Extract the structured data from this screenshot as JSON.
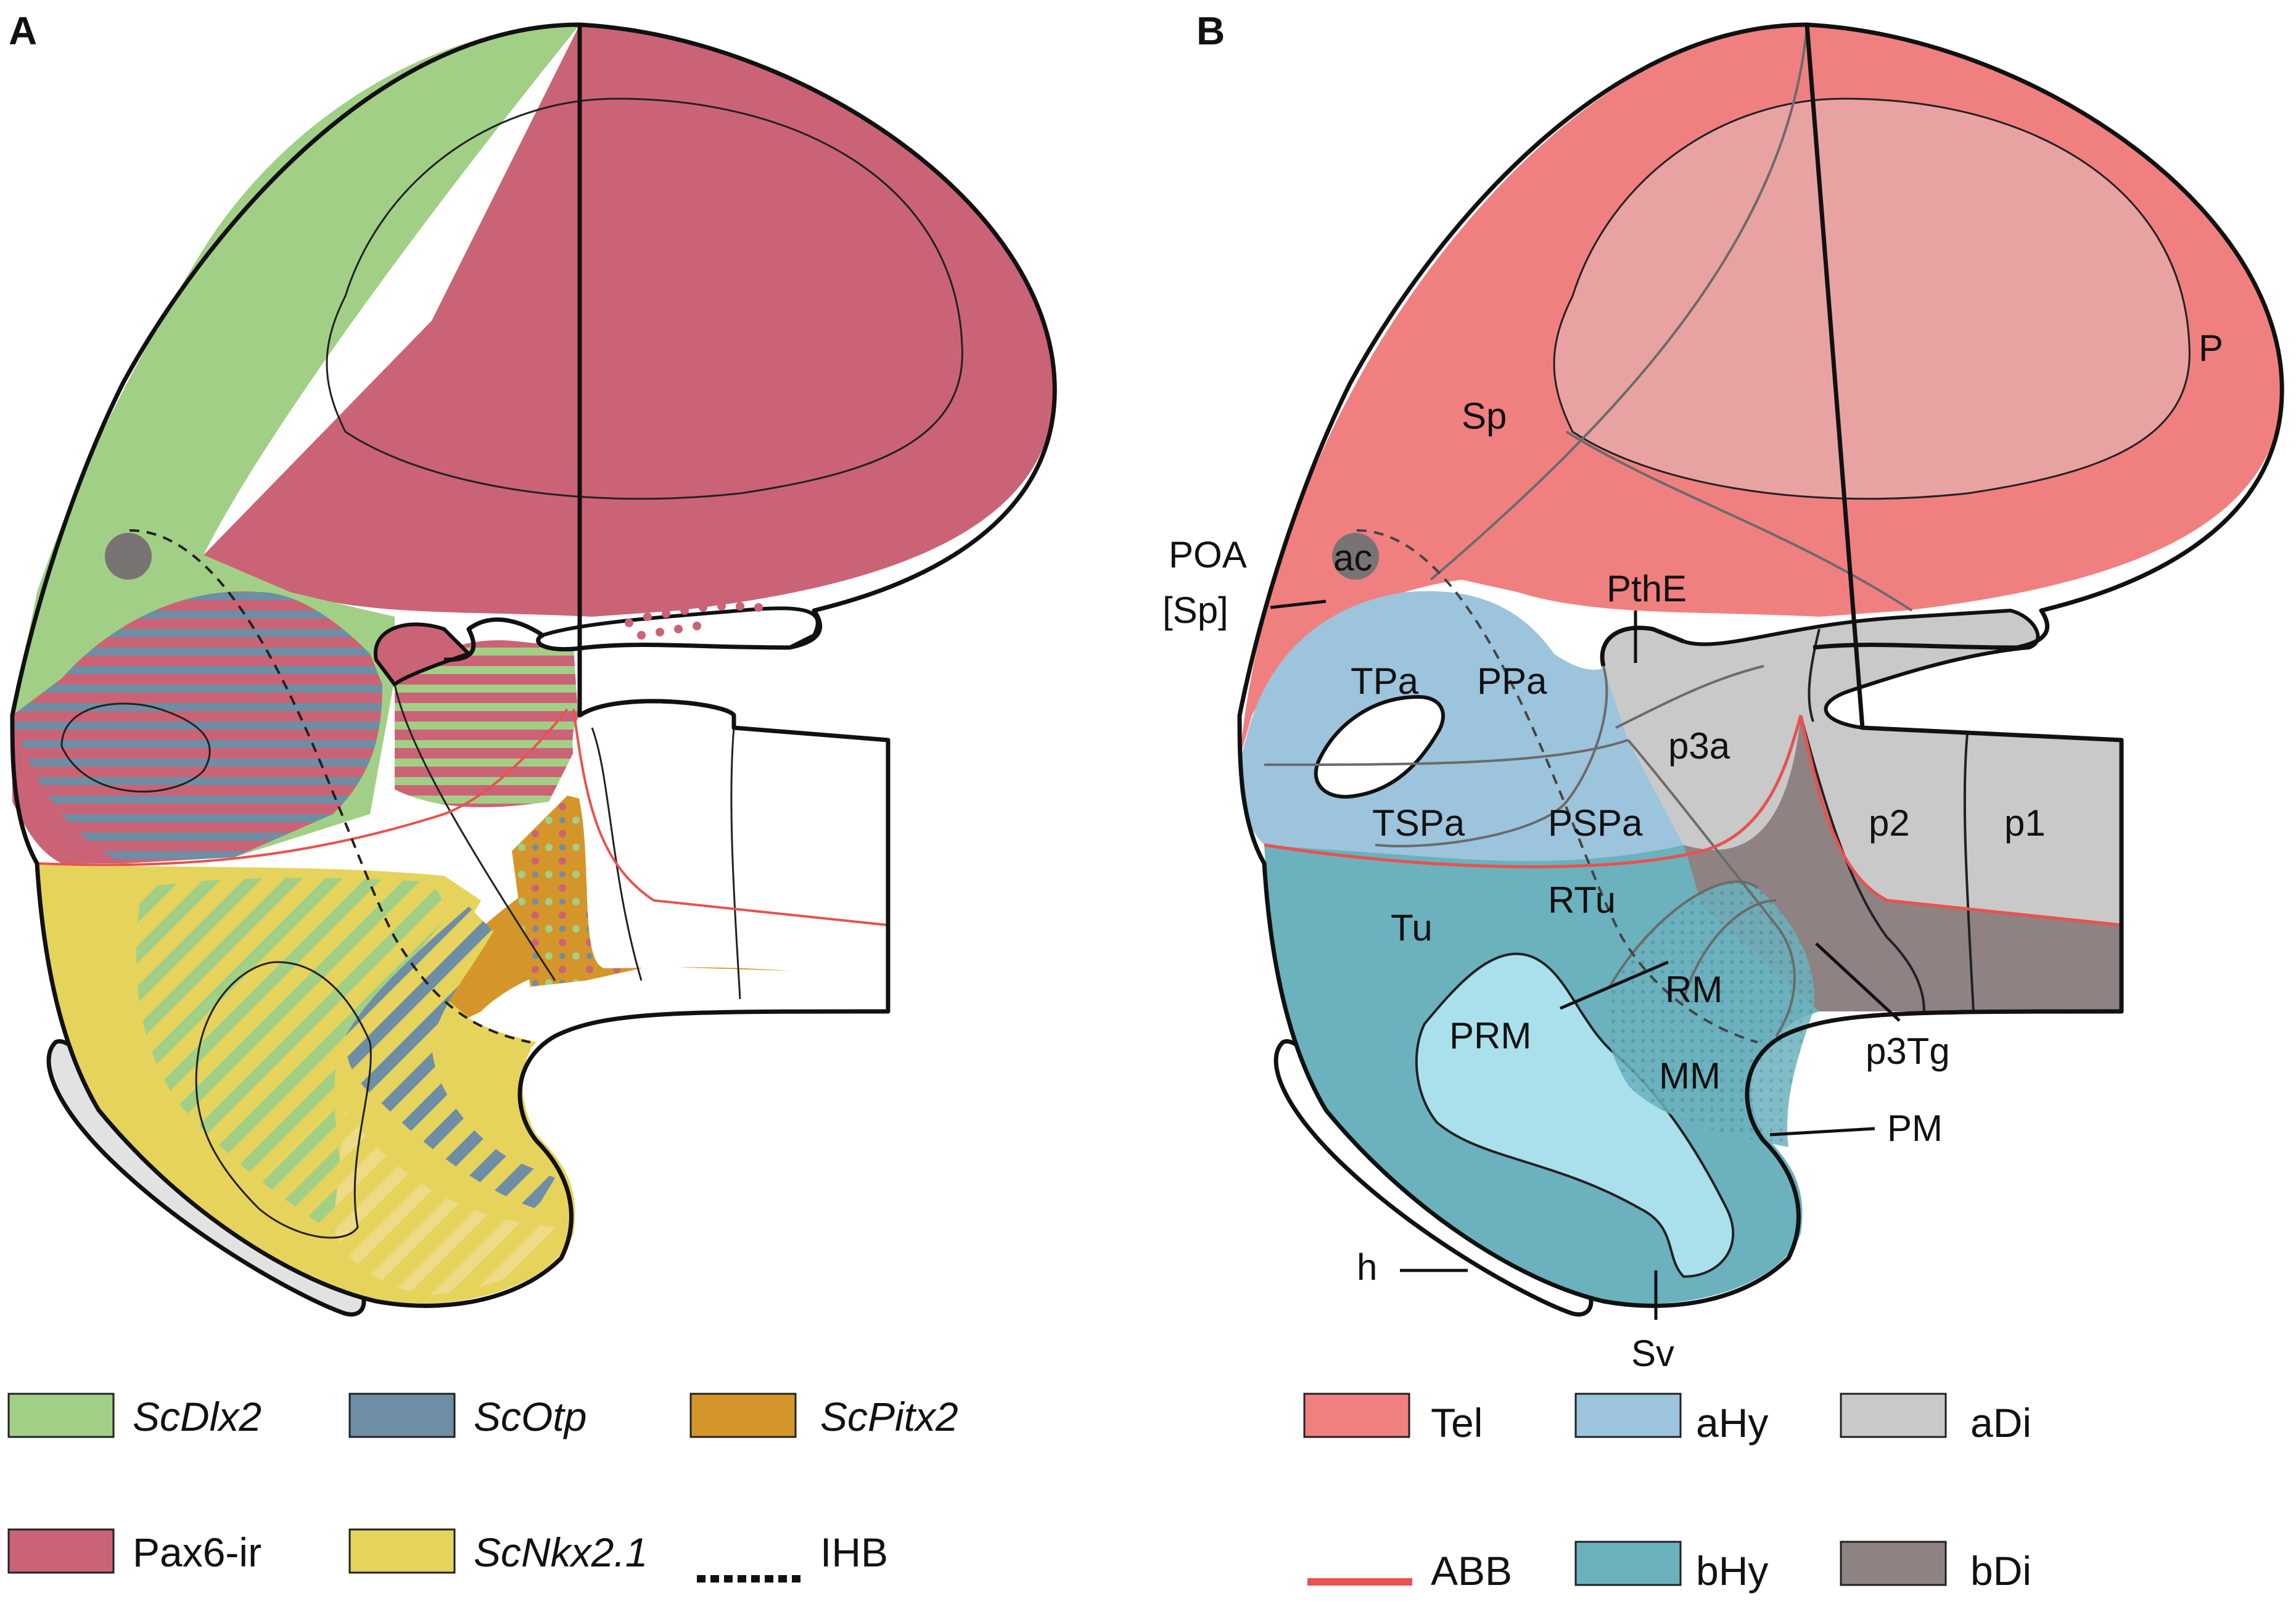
{
  "panels": {
    "a": {
      "letter": "A"
    },
    "b": {
      "letter": "B"
    }
  },
  "panel_b_labels": {
    "sp": "Sp",
    "p": "P",
    "poa": "POA",
    "sp_bracket": "[Sp]",
    "ac": "ac",
    "pthe": "PthE",
    "tpa": "TPa",
    "ppa": "PPa",
    "p3a": "p3a",
    "tspa": "TSPa",
    "pspa": "PSPa",
    "p2": "p2",
    "p1": "p1",
    "tu": "Tu",
    "rtu": "RTu",
    "rm": "RM",
    "prm": "PRM",
    "mm": "MM",
    "p3tg": "p3Tg",
    "pm": "PM",
    "h": "h",
    "sv": "Sv"
  },
  "legend_a": [
    {
      "label": "ScDlx2",
      "italic": true,
      "color": "#a2cf86"
    },
    {
      "label": "ScOtp",
      "italic": true,
      "color": "#6e8ea5"
    },
    {
      "label": "ScPitx2",
      "italic": true,
      "color": "#d4962a"
    },
    {
      "label": "Pax6-ir",
      "italic": false,
      "color": "#cb6376"
    },
    {
      "label": "ScNkx2.1",
      "italic": true,
      "color": "#e6d35c"
    },
    {
      "label": "IHB",
      "italic": false,
      "style": "dotted-line"
    }
  ],
  "legend_b": [
    {
      "label": "Tel",
      "color": "#f08080"
    },
    {
      "label": "aHy",
      "color": "#9cc4dc"
    },
    {
      "label": "aDi",
      "color": "#c9c9c9"
    },
    {
      "label": "ABB",
      "color": "#e8524f",
      "style": "line"
    },
    {
      "label": "bHy",
      "color": "#6bb1be"
    },
    {
      "label": "bDi",
      "color": "#8e8282"
    }
  ],
  "colors": {
    "dlx2_green": "#a2cf86",
    "pax6_red": "#cb6376",
    "otp_blue": "#6e8ea5",
    "pitx2_orange": "#d4962a",
    "nkx21_yellow": "#e6d35c",
    "tel": "#f08080",
    "tel_inner": "#e9a2a2",
    "ahy": "#9cc4dc",
    "bhy": "#6bb1be",
    "bhy_light": "#a9e0ec",
    "adi": "#c9c9c9",
    "bdi": "#8e8282",
    "abb": "#e8524f"
  }
}
